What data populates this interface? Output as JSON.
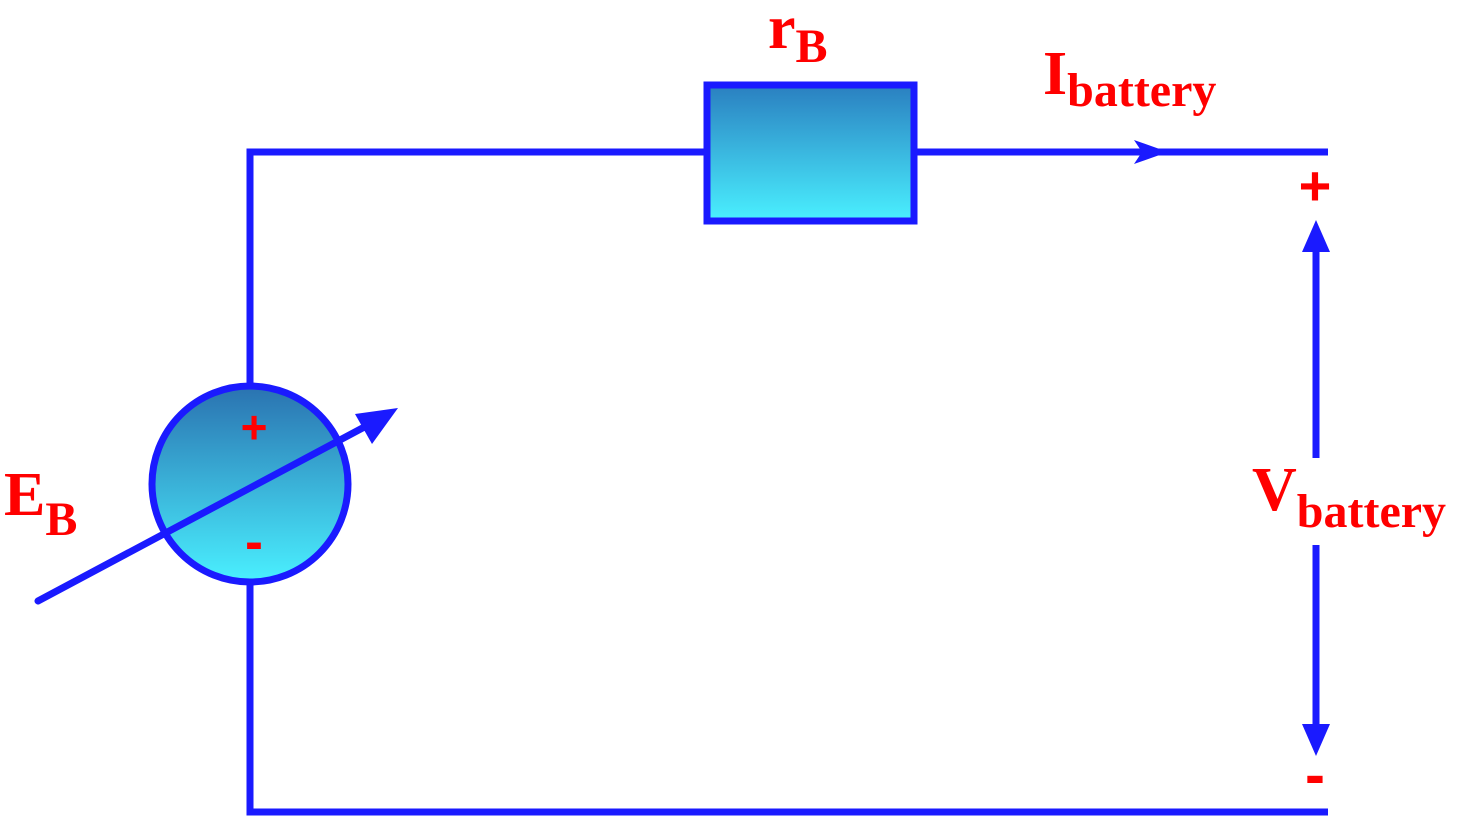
{
  "diagram": {
    "source_label": {
      "main": "E",
      "sub": "B"
    },
    "resistor_label": {
      "main": "r",
      "sub": "B"
    },
    "current_label": {
      "main": "I",
      "sub": "battery"
    },
    "voltage_label": {
      "main": "V",
      "sub": "battery"
    },
    "source_plus": "+",
    "source_minus": "-",
    "terminal_plus": "+",
    "terminal_minus": "-"
  },
  "colors": {
    "wire": "#1a1aff",
    "label": "#ff0000",
    "fill_top": "#2a7fc0",
    "fill_bottom": "#4af0ff"
  }
}
